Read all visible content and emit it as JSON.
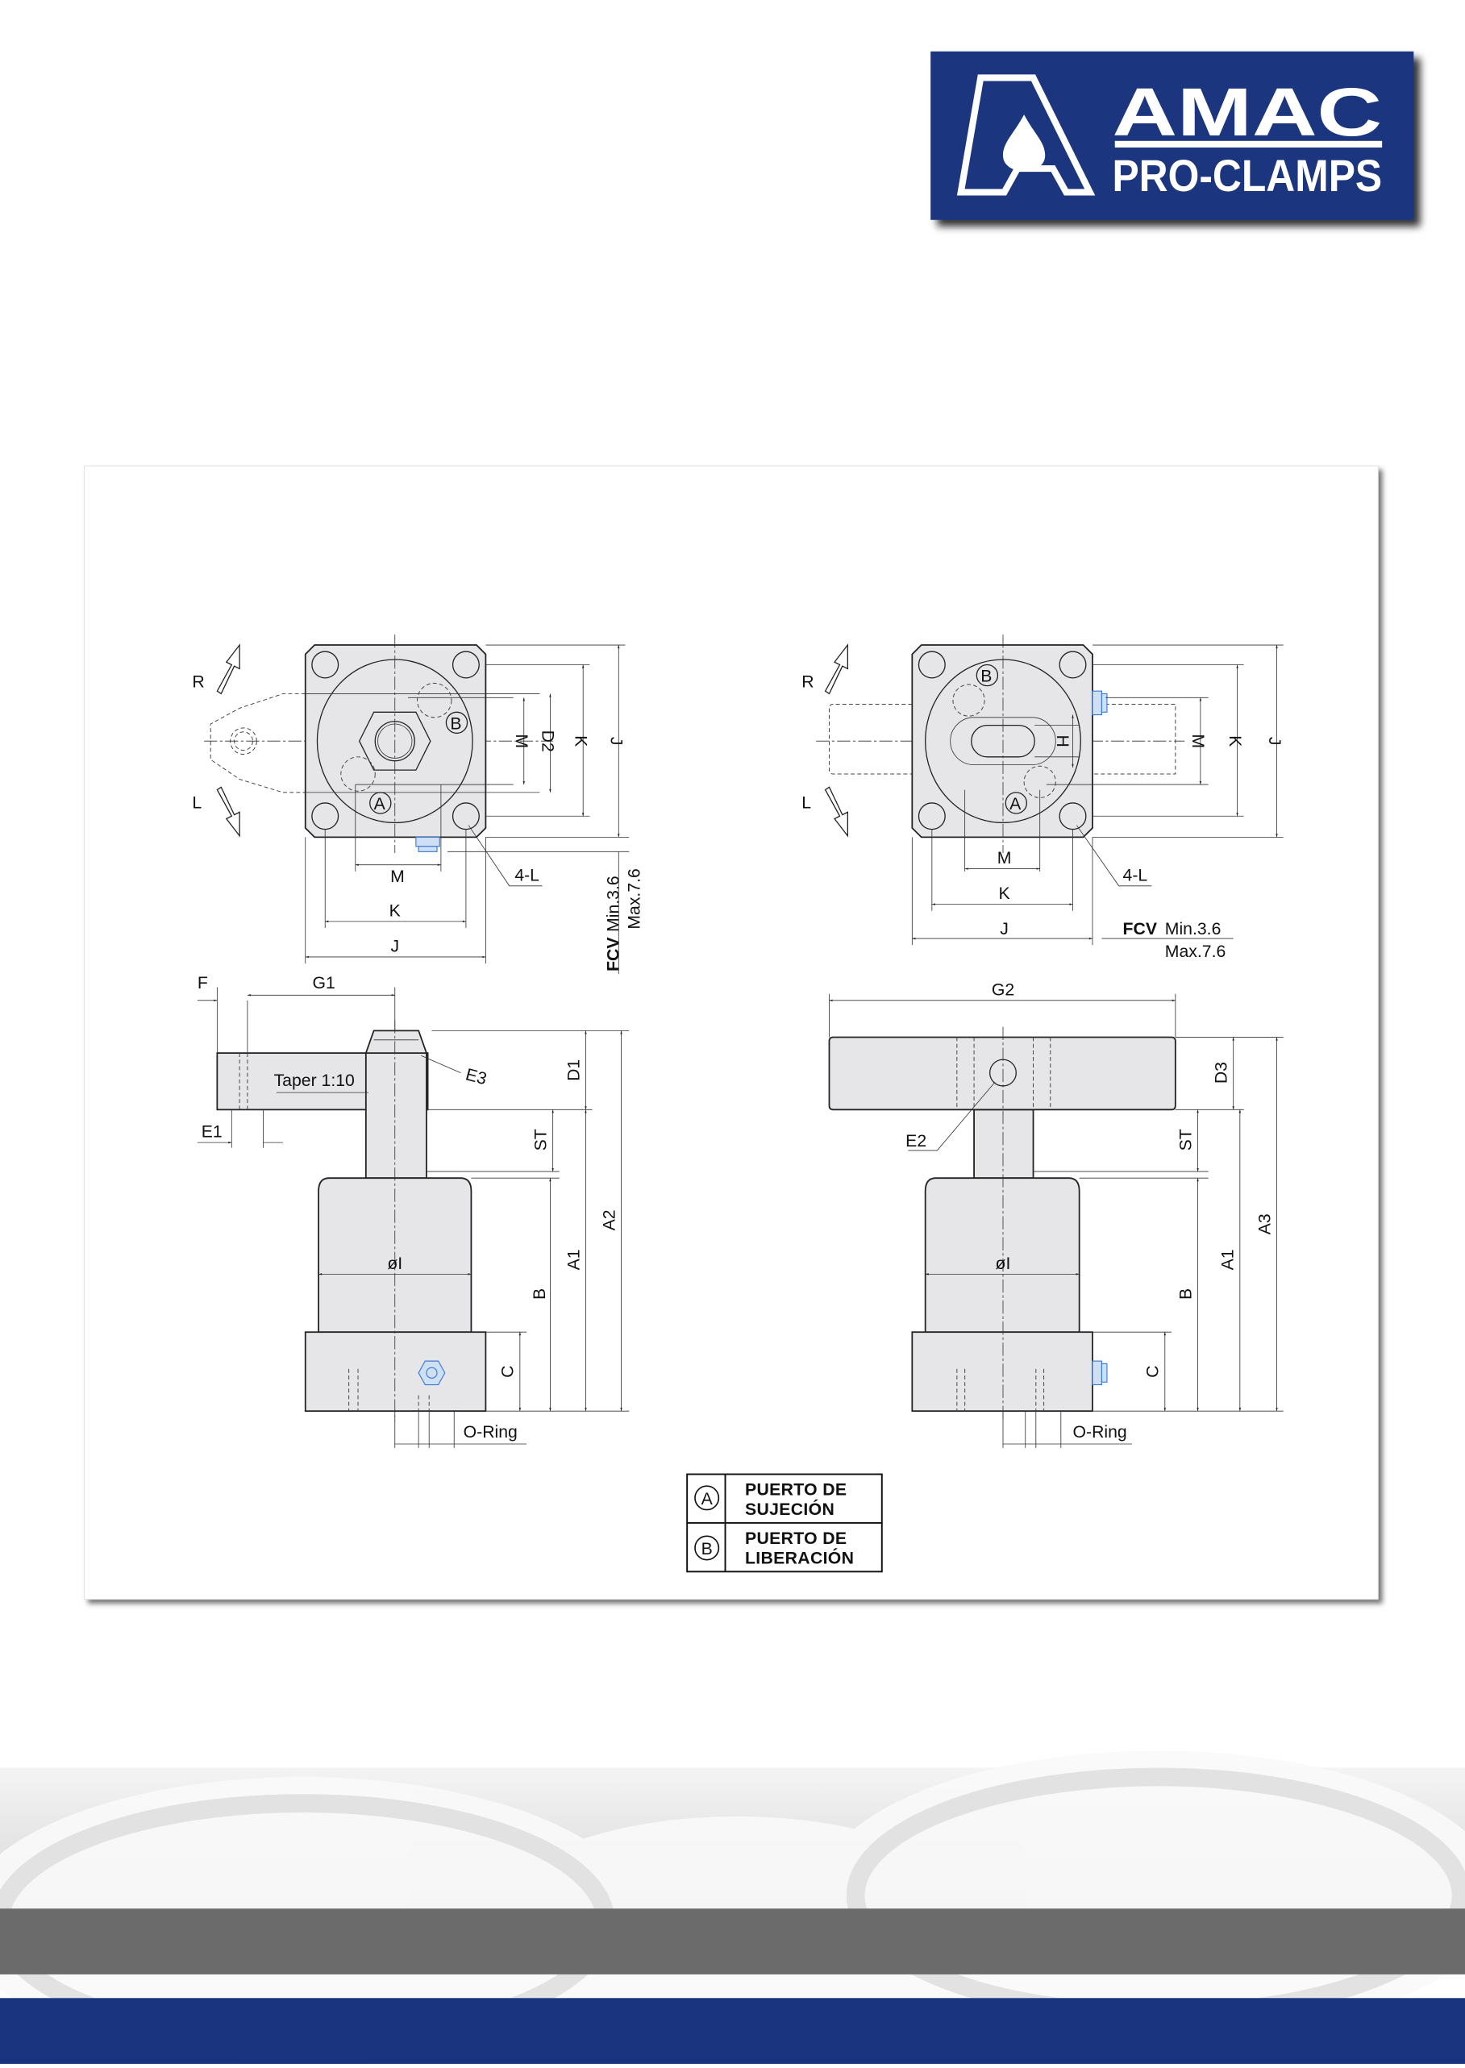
{
  "brand": {
    "name": "AMAC",
    "tagline": "PRO-CLAMPS",
    "color": "#1a347f"
  },
  "drawing": {
    "top_left": {
      "rotation_right": "R",
      "rotation_left": "L",
      "port_a": "A",
      "port_b": "B",
      "dims": {
        "m": "M",
        "d2": "D2",
        "k": "K",
        "j": "J",
        "hole": "4-L",
        "fcv": "FCV",
        "fcv_min": "Min.3.6",
        "fcv_max": "Max.7.6"
      }
    },
    "top_right": {
      "rotation_right": "R",
      "rotation_left": "L",
      "port_a": "A",
      "port_b": "B",
      "dims": {
        "h": "H",
        "m": "M",
        "k": "K",
        "j": "J",
        "hole": "4-L",
        "fcv": "FCV",
        "fcv_min": "Min.3.6",
        "fcv_max": "Max.7.6"
      }
    },
    "side_left": {
      "dims": {
        "f": "F",
        "g1": "G1",
        "taper": "Taper 1:10",
        "e3": "E3",
        "e1": "E1",
        "d1": "D1",
        "st": "ST",
        "a1": "A1",
        "a2": "A2",
        "b": "B",
        "c": "C",
        "dia": "øI",
        "oring": "O-Ring"
      }
    },
    "side_right": {
      "dims": {
        "g2": "G2",
        "e2": "E2",
        "d3": "D3",
        "st": "ST",
        "a1": "A1",
        "a3": "A3",
        "b": "B",
        "c": "C",
        "dia": "øI",
        "oring": "O-Ring"
      }
    }
  },
  "legend": [
    {
      "symbol": "A",
      "line1": "PUERTO DE",
      "line2": "SUJECIÓN"
    },
    {
      "symbol": "B",
      "line1": "PUERTO DE",
      "line2": "LIBERACIÓN"
    }
  ],
  "colors": {
    "footer_gray": "#6b6b6b",
    "footer_blue": "#1a347f",
    "fitting": "#3a7bd5"
  }
}
